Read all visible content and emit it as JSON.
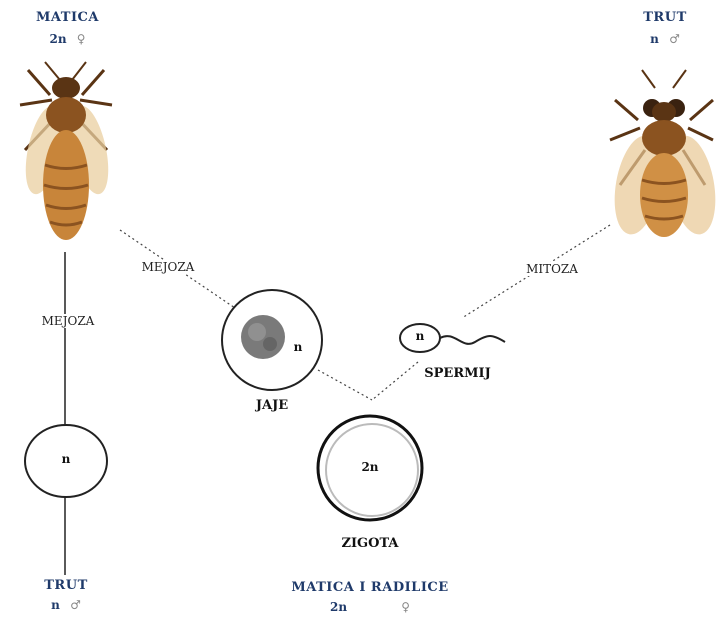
{
  "queen": {
    "title": "MATICA",
    "ploidy": "2n",
    "sex_symbol": "♀"
  },
  "drone_top": {
    "title": "TRUT",
    "ploidy": "n",
    "sex_symbol": "♂"
  },
  "process_left_vertical": "MEJOZA",
  "process_left_diagonal": "MEJOZA",
  "process_right_diagonal": "MITOZA",
  "egg": {
    "label": "JAJE",
    "ploidy": "n"
  },
  "sperm": {
    "label": "SPERMIJ",
    "ploidy": "n"
  },
  "zygote": {
    "label": "ZIGOTA",
    "ploidy": "2n"
  },
  "unfertilized_egg": {
    "ploidy": "n"
  },
  "drone_bottom": {
    "title": "TRUT",
    "ploidy": "n",
    "sex_symbol": "♂"
  },
  "offspring": {
    "title": "MATICA I RADILICE",
    "ploidy": "2n",
    "sex_symbol": "♀"
  },
  "colors": {
    "bee_body": "#c8853a",
    "bee_dark": "#5a3414",
    "text_blue": "#1f3a6a"
  }
}
